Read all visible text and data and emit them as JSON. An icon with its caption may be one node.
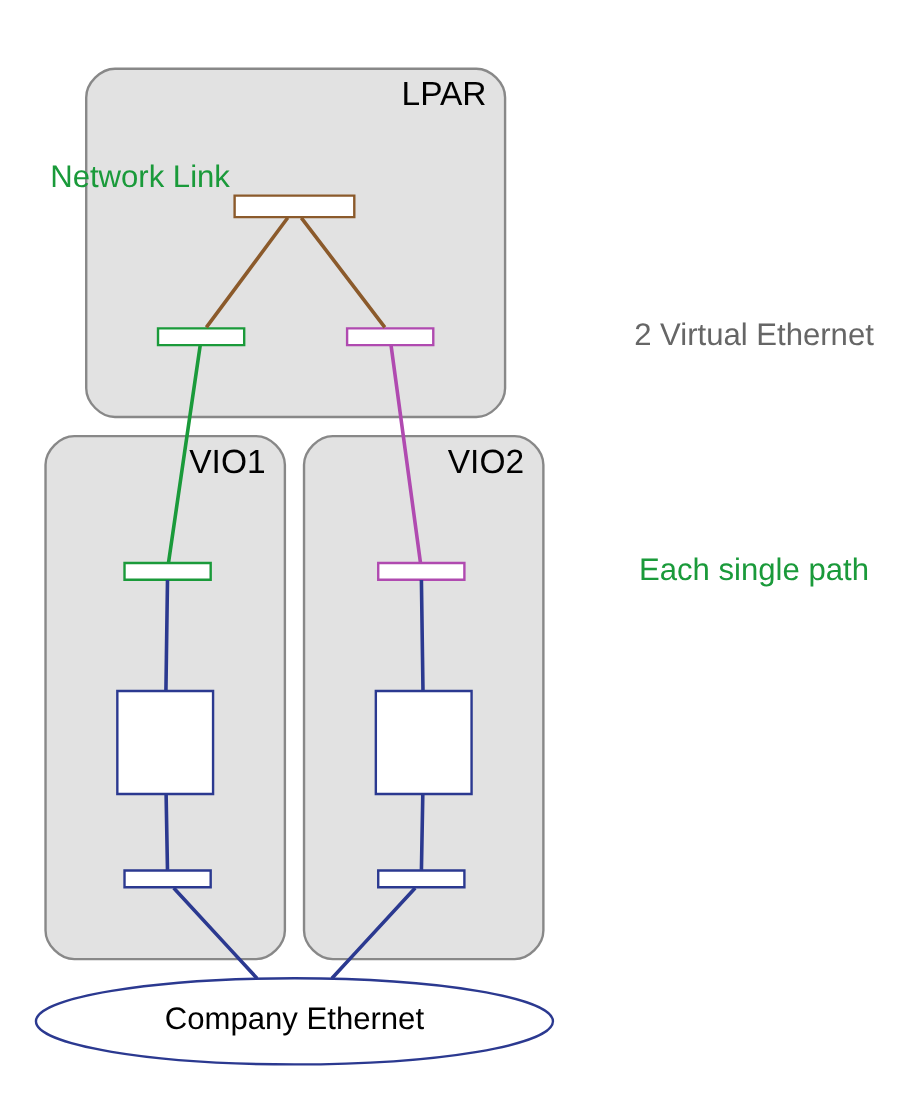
{
  "diagram": {
    "nodes": [
      {
        "text": [
          "LPAR"
        ]
      },
      {
        "text": [
          "Network Link"
        ],
        "in": 0
      },
      {
        "text": [],
        "shape": "bar",
        "in": 0
      },
      {
        "text": [],
        "shape": "bar",
        "in": 0
      },
      {
        "text": [
          "VIO1"
        ]
      },
      {
        "text": [],
        "shape": "bar",
        "in": 4
      },
      {
        "text": [],
        "shape": "box",
        "in": 4
      },
      {
        "text": [],
        "shape": "bar",
        "in": 4
      },
      {
        "text": [
          "VIO2"
        ]
      },
      {
        "text": [],
        "shape": "bar",
        "in": 8
      },
      {
        "text": [],
        "shape": "box",
        "in": 8
      },
      {
        "text": [],
        "shape": "bar",
        "in": 8
      },
      {
        "text": [
          "Company Ethernet"
        ]
      }
    ],
    "edges": [
      {
        "from": 1,
        "to": 2,
        "arrow": "none",
        "color": "#8b5a2b"
      },
      {
        "from": 1,
        "to": 3,
        "arrow": "none",
        "color": "#8b5a2b"
      },
      {
        "from": 2,
        "to": 5,
        "arrow": "none",
        "color": "#1a9a3a"
      },
      {
        "from": 3,
        "to": 9,
        "arrow": "none",
        "color": "#b04ab0"
      },
      {
        "from": 5,
        "to": 6,
        "arrow": "none"
      },
      {
        "from": 6,
        "to": 7,
        "arrow": "none"
      },
      {
        "from": 9,
        "to": 10,
        "arrow": "none"
      },
      {
        "from": 10,
        "to": 11,
        "arrow": "none"
      },
      {
        "from": 7,
        "to": 12,
        "arrow": "none"
      },
      {
        "from": 11,
        "to": 12,
        "arrow": "none"
      }
    ],
    "labels": [
      "2 Virtual Ethernet",
      "Each single path"
    ]
  }
}
